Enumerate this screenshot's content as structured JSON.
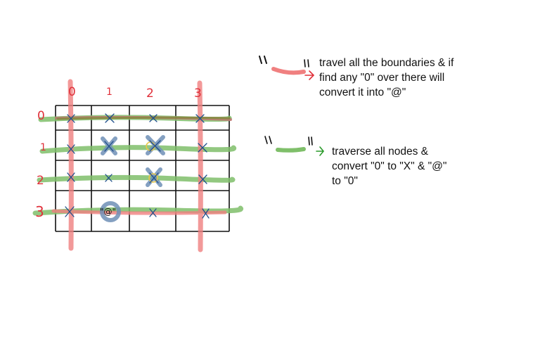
{
  "grid": {
    "col_labels": [
      "0",
      "1",
      "2",
      "3"
    ],
    "row_labels": [
      "0",
      "1",
      "2",
      "3"
    ],
    "cells": [
      [
        "X",
        "X",
        "X",
        "X"
      ],
      [
        "X",
        "X",
        "X",
        "X"
      ],
      [
        "X",
        "X",
        "X",
        "X"
      ],
      [
        "X",
        "\"@\"",
        "X",
        "X"
      ]
    ],
    "highlighted_cells": [
      [
        1,
        1
      ],
      [
        1,
        2
      ],
      [
        2,
        2
      ],
      [
        3,
        1
      ]
    ]
  },
  "notes": [
    {
      "id": "boundary-note",
      "marker_color": "#f08080",
      "lines": [
        "travel all the boundaries & if",
        "find any \"0\" over there will",
        "convert it into \"@\""
      ]
    },
    {
      "id": "traverse-note",
      "marker_color": "#7fbf6a",
      "lines": [
        "traverse all nodes &",
        "convert \"0\" to \"X\" & \"@\"",
        "to \"0\""
      ]
    }
  ],
  "colors": {
    "red_marker": "#f08080",
    "green_marker": "#7fbf6a",
    "dark_marker": "#7a6a3a",
    "blue_mark": "#1f4e8c",
    "label_red": "#e0303a",
    "highlight_blue": "#6f8fb6",
    "highlight_yellow": "#e8c84a",
    "arrow_green": "#2a9a2a"
  }
}
